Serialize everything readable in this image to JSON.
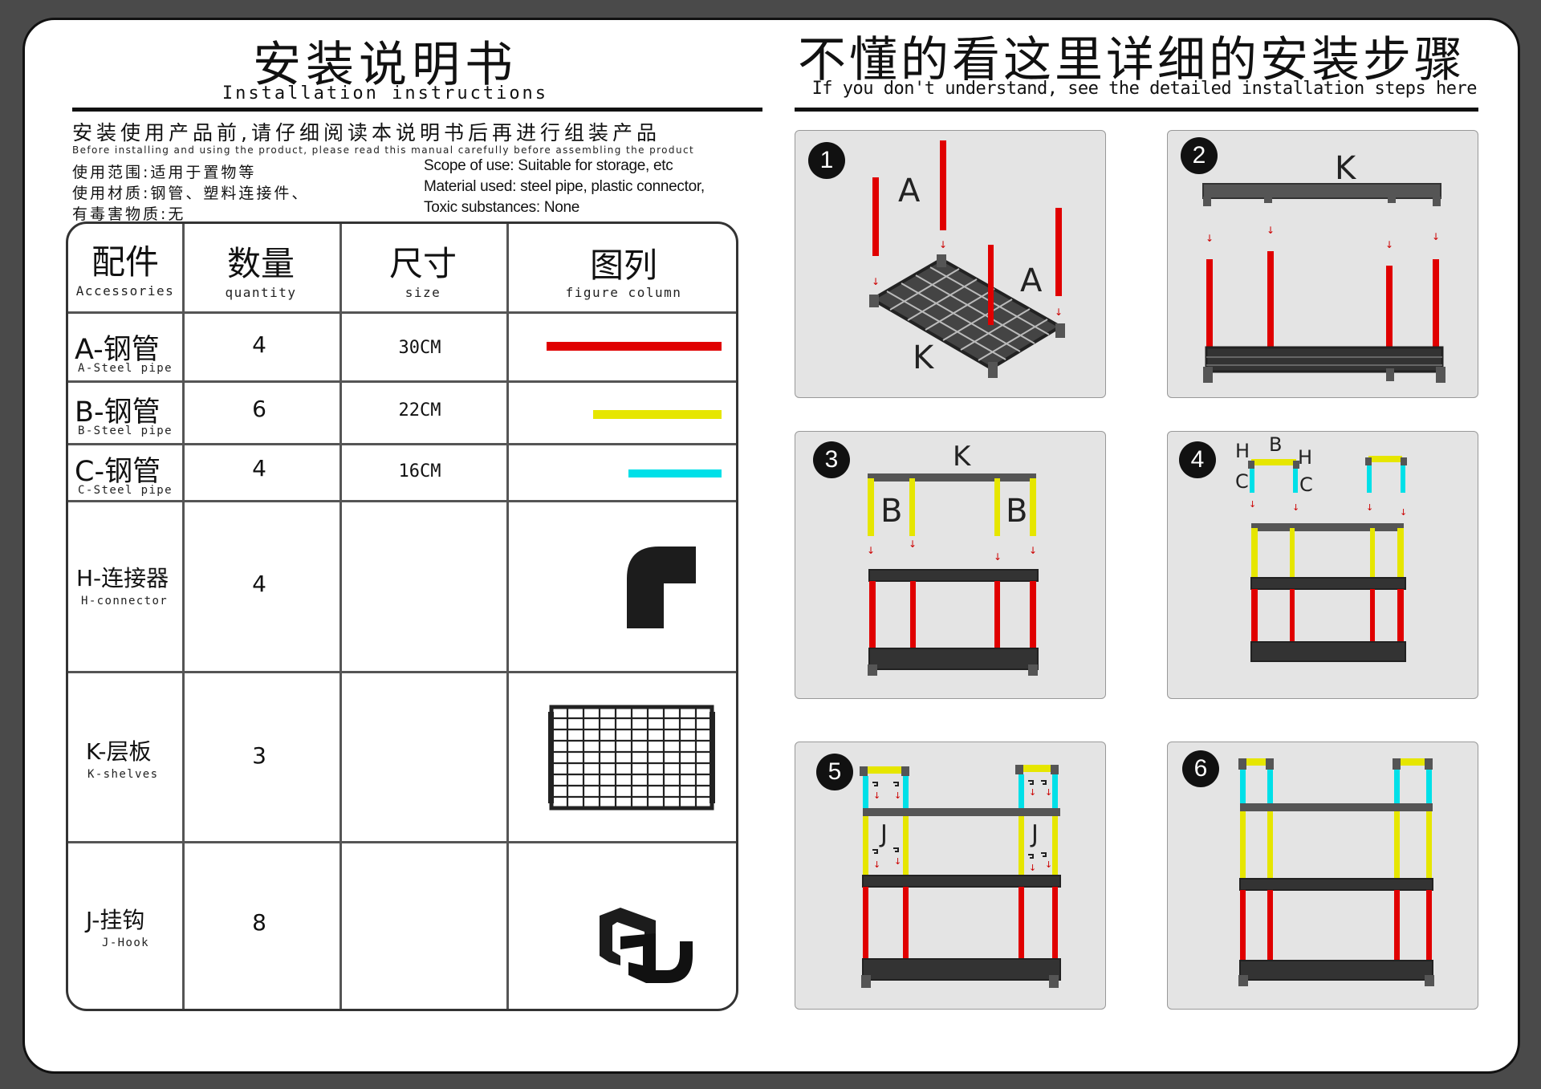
{
  "left_header": {
    "title": "安装说明书",
    "subtitle": "Installation instructions",
    "notice_cn": "安装使用产品前,请仔细阅读本说明书后再进行组装产品",
    "notice_en": "Before installing and using the product, please read this manual carefully before assembling the product",
    "info_cn": [
      "使用范围:适用于置物等",
      "使用材质:钢管、塑料连接件、",
      "有毒害物质:无"
    ],
    "info_en": [
      "Scope of use: Suitable for storage, etc",
      "Material used: steel pipe, plastic connector,",
      "Toxic substances: None"
    ]
  },
  "table": {
    "headers": [
      {
        "cn": "配件",
        "en": "Accessories"
      },
      {
        "cn": "数量",
        "en": "quantity"
      },
      {
        "cn": "尺寸",
        "en": "size"
      },
      {
        "cn": "图列",
        "en": "figure column"
      }
    ],
    "rows": [
      {
        "cn": "A-钢管",
        "en": "A-Steel pipe",
        "qty": "4",
        "size": "30CM",
        "figure": "red-pipe",
        "color": "#e00000",
        "length_fraction": 1.0
      },
      {
        "cn": "B-钢管",
        "en": "B-Steel pipe",
        "qty": "6",
        "size": "22CM",
        "figure": "yellow-pipe",
        "color": "#e6e600",
        "length_fraction": 0.733
      },
      {
        "cn": "C-钢管",
        "en": "C-Steel pipe",
        "qty": "4",
        "size": "16CM",
        "figure": "cyan-pipe",
        "color": "#00e0e8",
        "length_fraction": 0.533
      },
      {
        "cn": "H-连接器",
        "en": "H-connector",
        "qty": "4",
        "size": "",
        "figure": "elbow-connector-icon"
      },
      {
        "cn": "K-层板",
        "en": "K-shelves",
        "qty": "3",
        "size": "",
        "figure": "shelf-grid-icon"
      },
      {
        "cn": "J-挂钩",
        "en": "J-Hook",
        "qty": "8",
        "size": "",
        "figure": "hook-icon"
      }
    ]
  },
  "right_header": {
    "title": "不懂的看这里详细的安装步骤",
    "subtitle": "If you don't understand, see the detailed installation steps here"
  },
  "steps": [
    {
      "num": "1",
      "labels": [
        "A",
        "A",
        "K"
      ]
    },
    {
      "num": "2",
      "labels": [
        "K"
      ]
    },
    {
      "num": "3",
      "labels": [
        "K",
        "B",
        "B"
      ]
    },
    {
      "num": "4",
      "labels": [
        "H",
        "B",
        "H",
        "C",
        "C"
      ]
    },
    {
      "num": "5",
      "labels": [
        "J",
        "J"
      ]
    },
    {
      "num": "6",
      "labels": []
    }
  ],
  "colors": {
    "red": "#e00000",
    "yellow": "#e6e600",
    "cyan": "#00e0e8",
    "frame": "#555555",
    "shelf": "#333333"
  }
}
